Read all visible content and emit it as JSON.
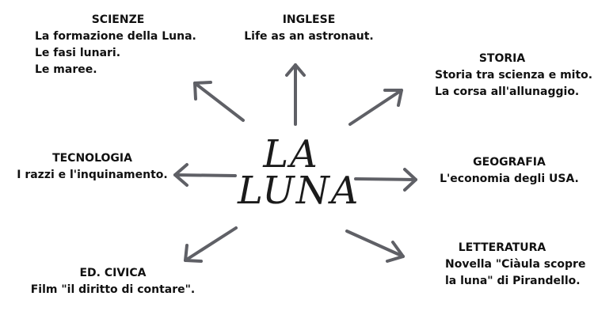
{
  "center": {
    "title_line1": "LA",
    "title_line2": "LUNA"
  },
  "nodes": {
    "scienze": {
      "subject": "SCIENZE",
      "lines": [
        "La formazione della Luna.",
        "Le fasi lunari.",
        "Le maree."
      ]
    },
    "inglese": {
      "subject": "INGLESE",
      "lines": [
        "Life as an astronaut."
      ]
    },
    "storia": {
      "subject": "STORIA",
      "lines": [
        "Storia tra scienza e mito.",
        "La corsa all'allunaggio."
      ]
    },
    "tecnologia": {
      "subject": "TECNOLOGIA",
      "lines": [
        "I razzi e l'inquinamento."
      ]
    },
    "geografia": {
      "subject": "GEOGRAFIA",
      "lines": [
        "L'economia degli USA."
      ]
    },
    "letteratura": {
      "subject": "LETTERATURA",
      "lines": [
        "Novella \"Ciàula scopre",
        "la luna\" di Pirandello."
      ]
    },
    "edcivica": {
      "subject": "ED. CIVICA",
      "lines": [
        "Film \"il diritto di contare\"."
      ]
    }
  },
  "colors": {
    "arrow": "#5f6066",
    "text": "#111111",
    "background": "#ffffff"
  }
}
